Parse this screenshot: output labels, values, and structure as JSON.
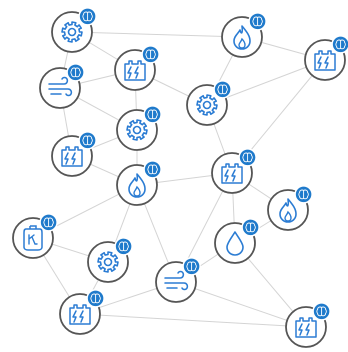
{
  "colors": {
    "edge": "#d4d4d4",
    "node_fill": "#ffffff",
    "node_stroke": "#555555",
    "icon_blue": "#2b7cd3",
    "badge_fill": "#1f7acb",
    "badge_icon": "#ffffff"
  },
  "nodes": [
    {
      "id": "n1",
      "icon": "gear-icon"
    },
    {
      "id": "n2",
      "icon": "flame-icon"
    },
    {
      "id": "n3",
      "icon": "battery-charging-icon"
    },
    {
      "id": "n4",
      "icon": "wind-icon"
    },
    {
      "id": "n5",
      "icon": "battery-charging-icon"
    },
    {
      "id": "n6",
      "icon": "gear-icon"
    },
    {
      "id": "n7",
      "icon": "gear-icon"
    },
    {
      "id": "n8",
      "icon": "battery-charging-icon"
    },
    {
      "id": "n9",
      "icon": "flame-icon"
    },
    {
      "id": "n10",
      "icon": "battery-charging-icon"
    },
    {
      "id": "n11",
      "icon": "flame-icon"
    },
    {
      "id": "n12",
      "icon": "gas-cylinder-icon"
    },
    {
      "id": "n13",
      "icon": "water-drop-icon"
    },
    {
      "id": "n14",
      "icon": "gear-icon"
    },
    {
      "id": "n15",
      "icon": "wind-icon"
    },
    {
      "id": "n16",
      "icon": "battery-charging-icon"
    },
    {
      "id": "n17",
      "icon": "battery-charging-icon"
    }
  ],
  "edges": [
    [
      "n1",
      "n2"
    ],
    [
      "n1",
      "n3"
    ],
    [
      "n1",
      "n4"
    ],
    [
      "n2",
      "n5"
    ],
    [
      "n2",
      "n6"
    ],
    [
      "n3",
      "n4"
    ],
    [
      "n3",
      "n6"
    ],
    [
      "n3",
      "n7"
    ],
    [
      "n4",
      "n8"
    ],
    [
      "n5",
      "n6"
    ],
    [
      "n5",
      "n10"
    ],
    [
      "n7",
      "n8"
    ],
    [
      "n7",
      "n9"
    ],
    [
      "n8",
      "n9"
    ],
    [
      "n9",
      "n10"
    ],
    [
      "n9",
      "n12"
    ],
    [
      "n9",
      "n14"
    ],
    [
      "n9",
      "n15"
    ],
    [
      "n10",
      "n11"
    ],
    [
      "n10",
      "n13"
    ],
    [
      "n10",
      "n15"
    ],
    [
      "n11",
      "n13"
    ],
    [
      "n12",
      "n14"
    ],
    [
      "n12",
      "n16"
    ],
    [
      "n13",
      "n15"
    ],
    [
      "n13",
      "n17"
    ],
    [
      "n14",
      "n16"
    ],
    [
      "n15",
      "n16"
    ],
    [
      "n15",
      "n17"
    ],
    [
      "n16",
      "n17"
    ],
    [
      "n4",
      "n7"
    ],
    [
      "n6",
      "n10"
    ]
  ],
  "badge_icon": "brain-icon"
}
